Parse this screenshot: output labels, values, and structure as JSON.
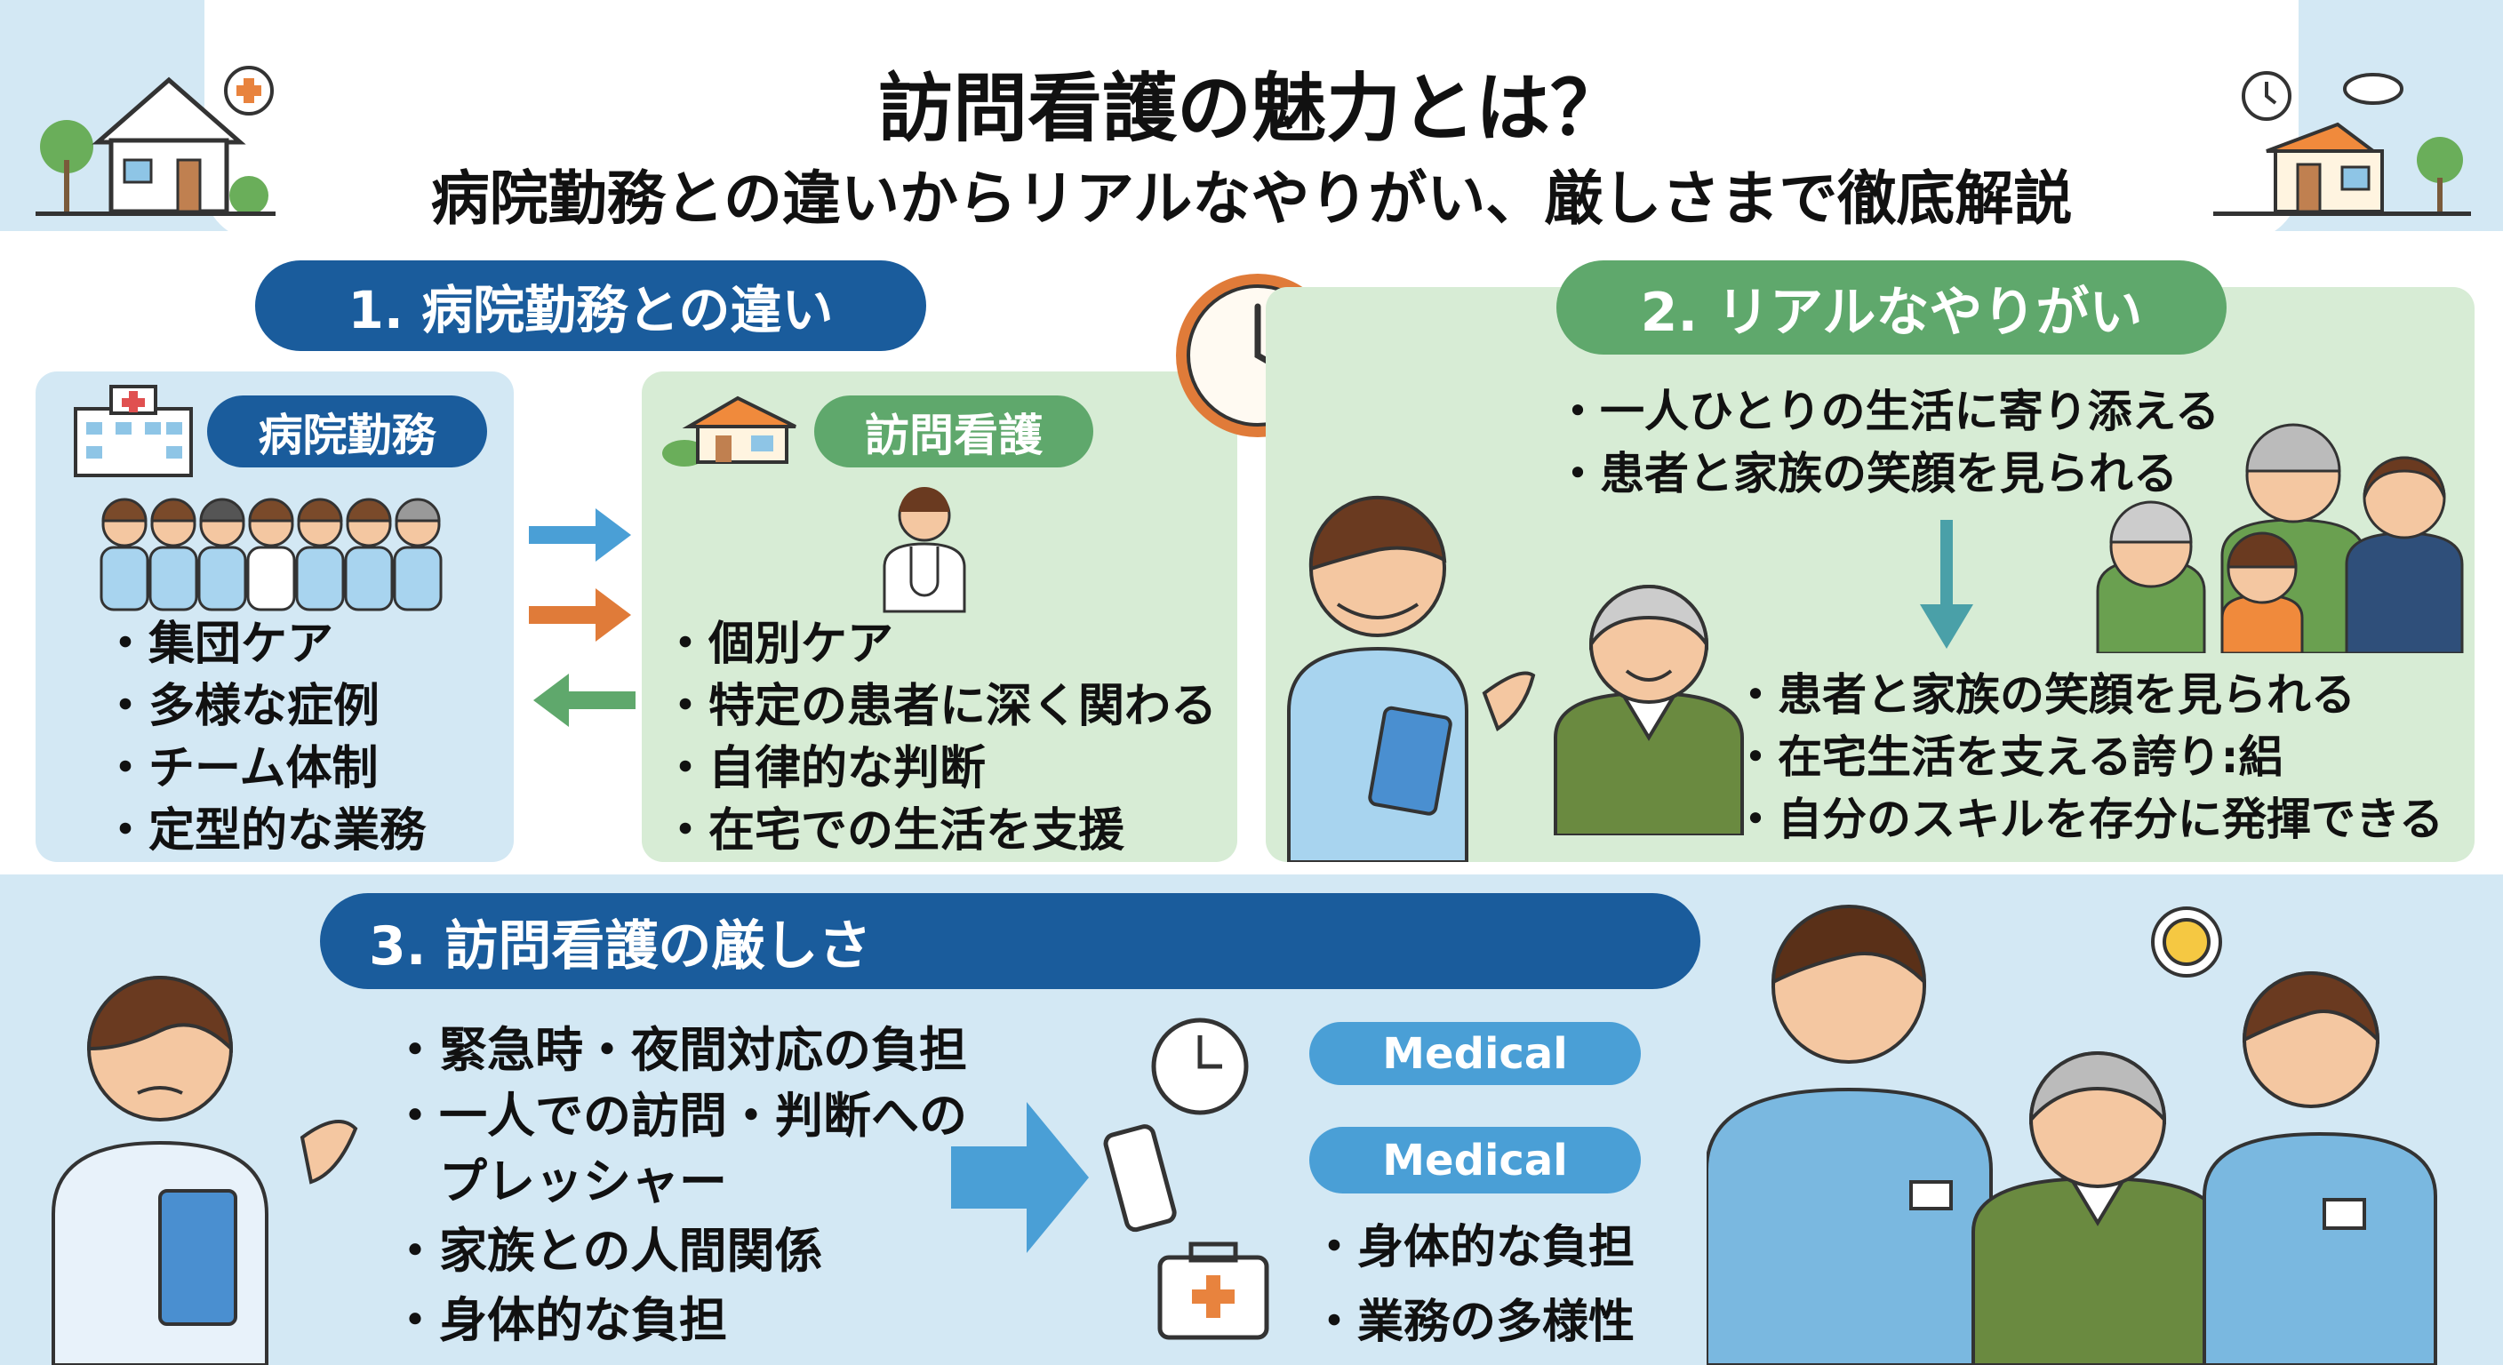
{
  "header": {
    "title": "訪問看護の魅力とは？",
    "subtitle": "病院勤務との違いからリアルなやりがい、厳しさまで徹底解説"
  },
  "section1": {
    "heading": "1. 病院勤務との違い",
    "hospital": {
      "label": "病院勤務",
      "items": [
        "集団ケア",
        "多様な症例",
        "チーム体制",
        "定型的な業務"
      ]
    },
    "home": {
      "label": "訪問看護",
      "items": [
        "個別ケア",
        "特定の患者に深く関わる",
        "自律的な判断",
        "在宅での生活を支援"
      ]
    }
  },
  "section2": {
    "heading": "2. リアルなやりがい",
    "top_items": [
      "一人ひとりの生活に寄り添える",
      "患者と家族の笑顔を見られる"
    ],
    "bottom_items": [
      "患者と家族の笑顔を見られる",
      "在宅生活を支える誇り:絽",
      "自分のスキルを存分に発揮できる"
    ]
  },
  "section3": {
    "heading": "3. 訪問看護の厳しさ",
    "items": [
      "緊急時・夜間対応の負担",
      "一人での訪問・判断への",
      "プレッシャー",
      "家族との人間関係",
      "身体的な負担"
    ],
    "tags": [
      "Medical",
      "Medical"
    ],
    "right_items": [
      "身体的な負担",
      "業務の多様性"
    ]
  },
  "colors": {
    "blue": "#1a5c9c",
    "green": "#5fa86c",
    "light_blue": "#d3e8f4",
    "light_green": "#d7ecd5",
    "arrow_blue": "#4a9fd6",
    "arrow_orange": "#e07b39",
    "arrow_green": "#5fa86c"
  }
}
